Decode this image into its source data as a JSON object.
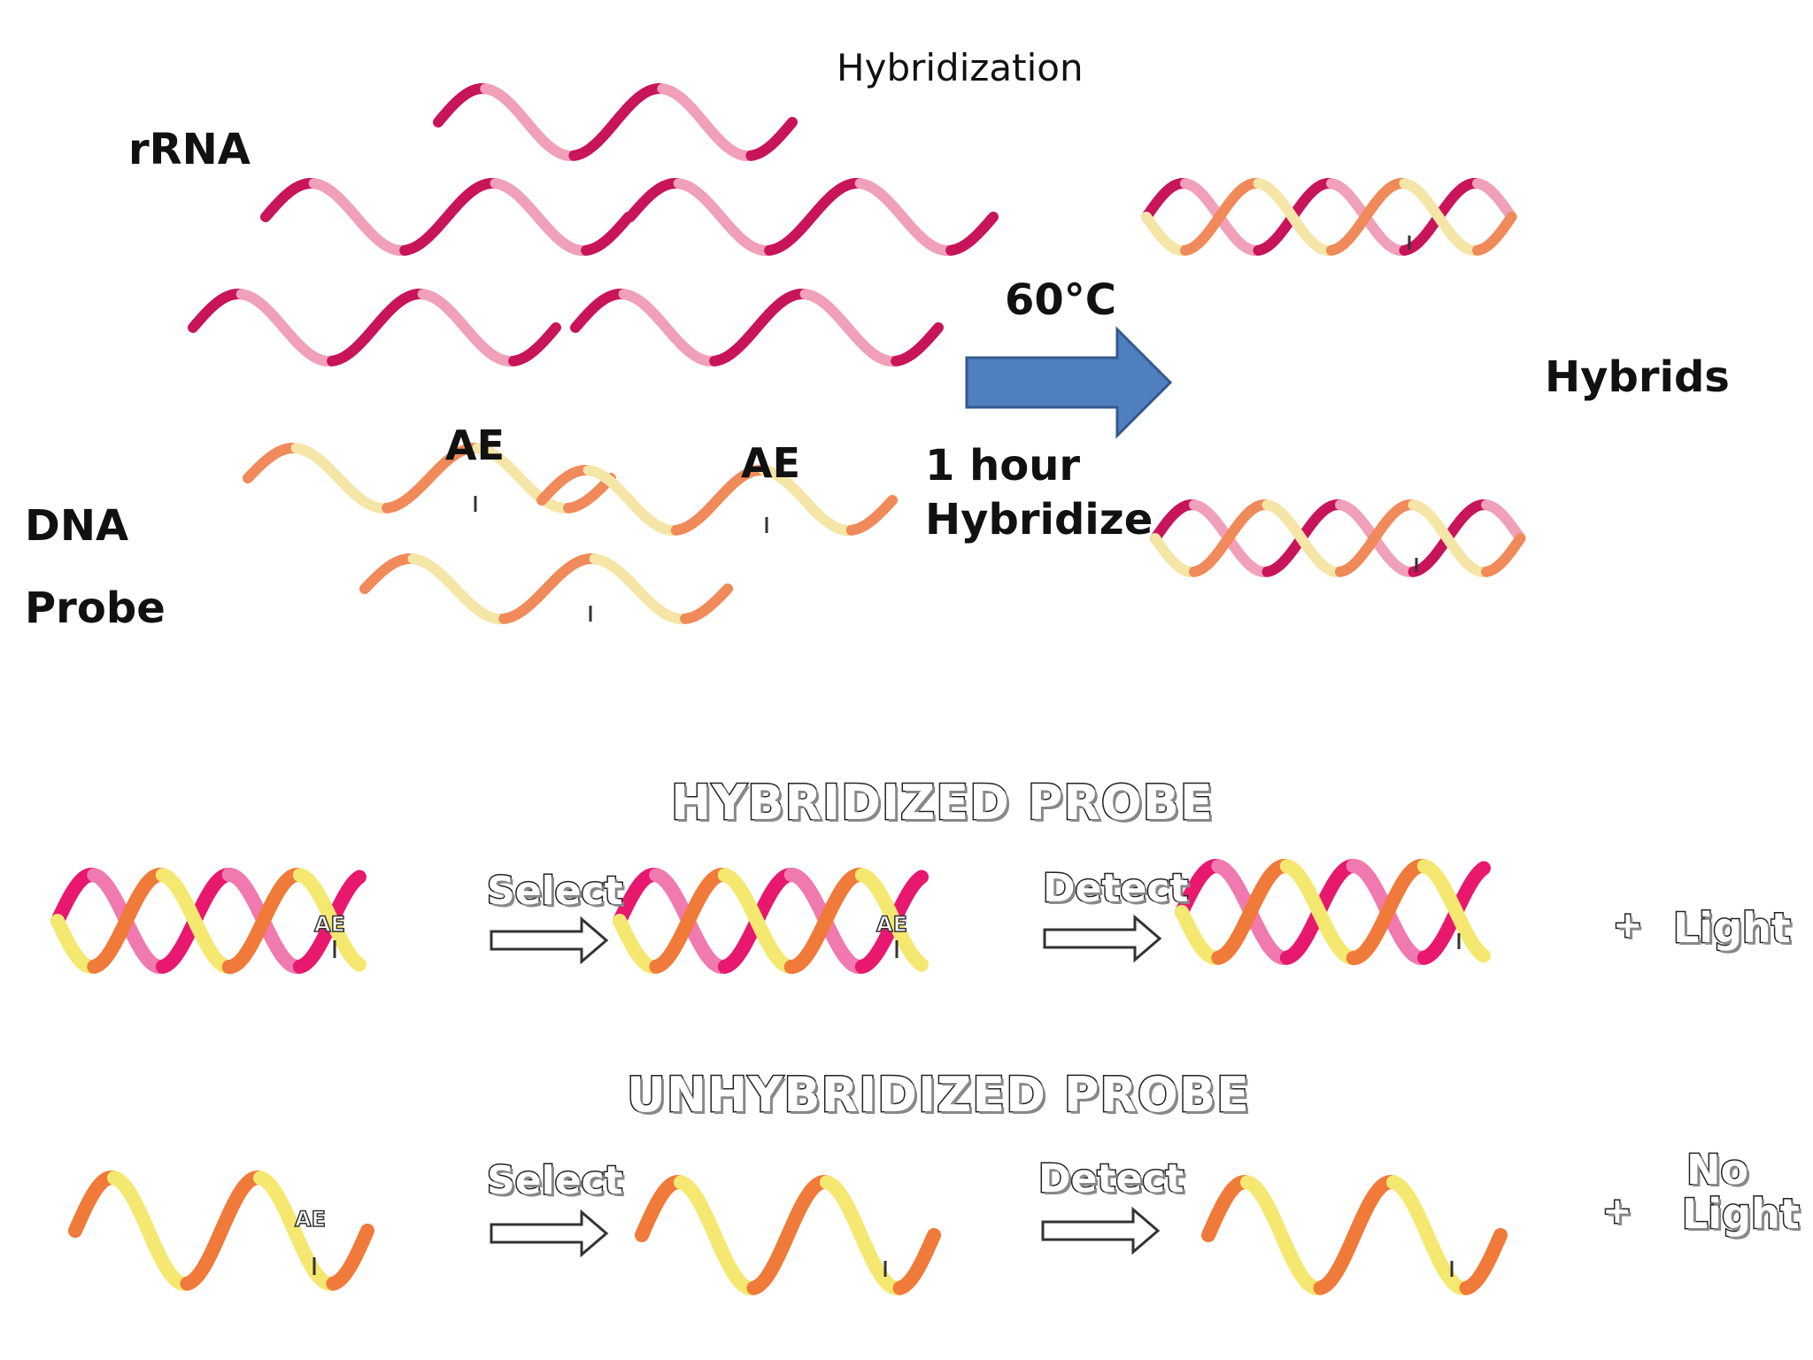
{
  "header": {
    "title": "Hybridization"
  },
  "labels": {
    "rrna": "rRNA",
    "dna": "DNA",
    "probe": "Probe",
    "ae": "AE",
    "temp": "60°C",
    "time": "1 hour",
    "hybridize": "Hybridize",
    "hybrids": "Hybrids"
  },
  "hybridized_section": {
    "title": "HYBRIDIZED PROBE",
    "step1": "Select",
    "step2": "Detect",
    "plus": "+",
    "result": "Light"
  },
  "unhybridized_section": {
    "title": "UNHYBRIDIZED PROBE",
    "step1": "Select",
    "step2": "Detect",
    "plus": "+",
    "result_line1": "No",
    "result_line2": "Light"
  },
  "colors": {
    "rrna_dark": "#c8145a",
    "rrna_light": "#f0a0b8",
    "probe_orange": "#f08a5a",
    "probe_yellow": "#f5e6a8",
    "probe_orange_bright": "#f07a3a",
    "probe_yellow_bright": "#f5e870",
    "arrow_blue": "#4f7fbf",
    "arrow_blue_edge": "#34598f"
  }
}
